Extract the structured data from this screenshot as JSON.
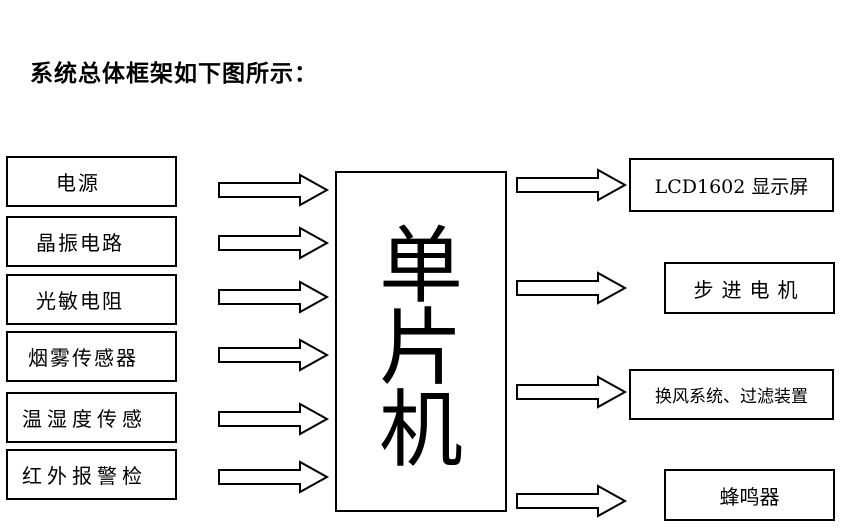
{
  "title": "系统总体框架如下图所示：",
  "inputs": [
    {
      "label": "电源"
    },
    {
      "label": "晶振电路"
    },
    {
      "label": "光敏电阻"
    },
    {
      "label": "烟雾传感器"
    },
    {
      "label": "温湿度传感"
    },
    {
      "label": "红外报警检"
    }
  ],
  "controller": {
    "label": "单片机"
  },
  "outputs": [
    {
      "label": "LCD1602 显示屏"
    },
    {
      "label": "步进电机"
    },
    {
      "label": "换风系统、过滤装置"
    },
    {
      "label": "蜂鸣器"
    }
  ]
}
